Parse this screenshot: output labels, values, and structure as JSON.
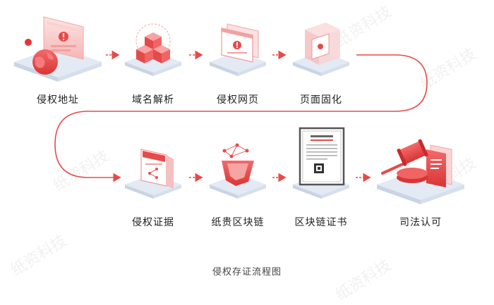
{
  "watermark": "纸资科技",
  "steps": [
    {
      "label": "侵权地址",
      "icon": "globe-warning-icon"
    },
    {
      "label": "域名解析",
      "icon": "cubes-icon"
    },
    {
      "label": "侵权网页",
      "icon": "webpage-warning-icon"
    },
    {
      "label": "页面固化",
      "icon": "solidified-page-box-icon"
    },
    {
      "label": "侵权证据",
      "icon": "evidence-document-icon"
    },
    {
      "label": "纸贵区块链",
      "icon": "blockchain-network-icon"
    },
    {
      "label": "区块链证书",
      "icon": "certificate-icon"
    },
    {
      "label": "司法认可",
      "icon": "gavel-icon"
    }
  ],
  "caption": "侵权存证流程图",
  "colors": {
    "accent": "#e84a4a",
    "pink": "#f7b8b8",
    "platform": "#e6ecf5"
  }
}
